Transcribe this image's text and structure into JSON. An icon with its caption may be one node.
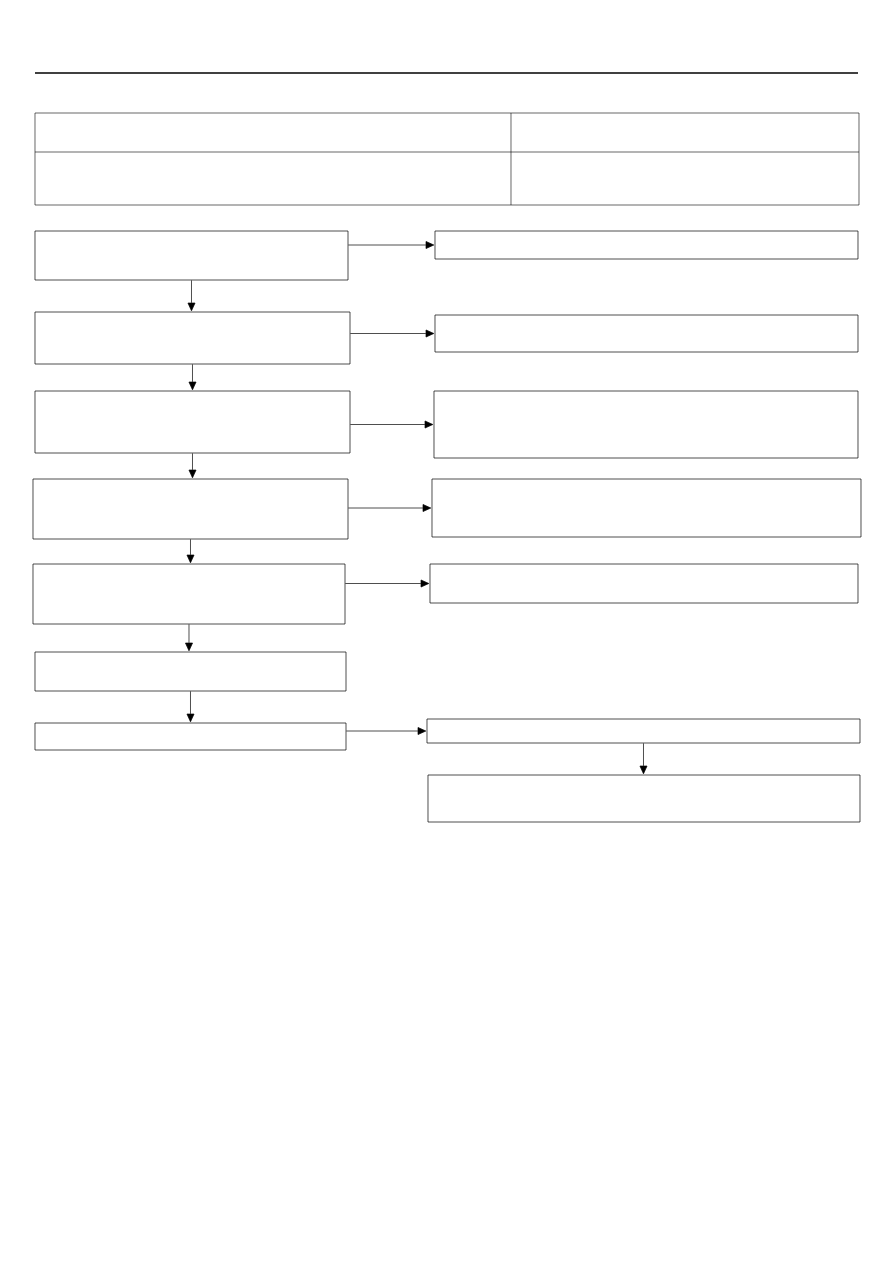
{
  "diagram": {
    "nodes": [
      {
        "text": [],
        "shape": "box"
      },
      {
        "text": [],
        "shape": "box"
      },
      {
        "text": [],
        "shape": "box"
      },
      {
        "text": [],
        "shape": "box"
      },
      {
        "text": [],
        "shape": "box"
      },
      {
        "text": [],
        "shape": "box"
      },
      {
        "text": [],
        "shape": "box"
      },
      {
        "text": [],
        "shape": "box"
      },
      {
        "text": [],
        "shape": "box"
      },
      {
        "text": [],
        "shape": "box"
      },
      {
        "text": [],
        "shape": "box"
      },
      {
        "text": [],
        "shape": "box"
      },
      {
        "text": [],
        "shape": "box"
      },
      {
        "text": [],
        "shape": "box"
      }
    ],
    "edges": [
      {
        "from": 0,
        "to": 1,
        "arrow": "to"
      },
      {
        "from": 0,
        "to": 2,
        "arrow": "to"
      },
      {
        "from": 2,
        "to": 3,
        "arrow": "to"
      },
      {
        "from": 2,
        "to": 4,
        "arrow": "to"
      },
      {
        "from": 4,
        "to": 5,
        "arrow": "to"
      },
      {
        "from": 4,
        "to": 6,
        "arrow": "to"
      },
      {
        "from": 6,
        "to": 7,
        "arrow": "to"
      },
      {
        "from": 6,
        "to": 8,
        "arrow": "to"
      },
      {
        "from": 8,
        "to": 9,
        "arrow": "to"
      },
      {
        "from": 8,
        "to": 10,
        "arrow": "to"
      },
      {
        "from": 10,
        "to": 11,
        "arrow": "to"
      },
      {
        "from": 11,
        "to": 12,
        "arrow": "to"
      },
      {
        "from": 12,
        "to": 13,
        "arrow": "to"
      }
    ]
  }
}
